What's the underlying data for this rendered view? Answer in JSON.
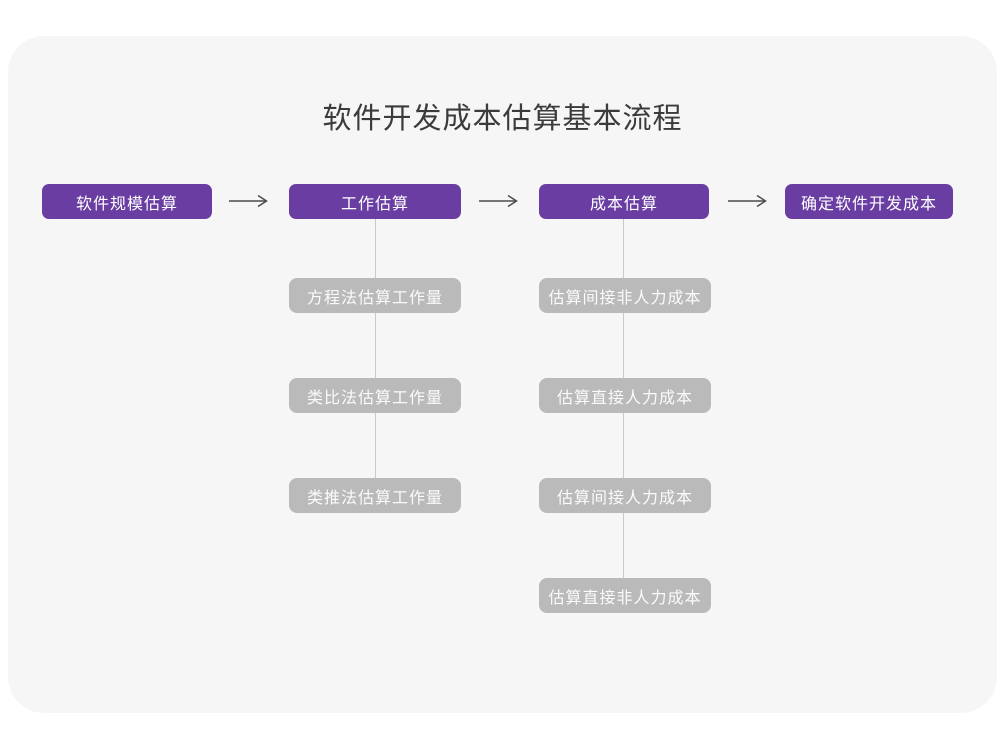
{
  "title": "软件开发成本估算基本流程",
  "colors": {
    "primary_purple": "#6A3DA2",
    "sub_node_gray": "#BABABA",
    "card_background": "#F6F6F7",
    "page_background": "#FFFFFF",
    "title_text": "#3B3B3B",
    "node_text": "#FFFFFF",
    "arrow": "#4C4C4C",
    "connector_line": "#C9C9C9"
  },
  "icons": {
    "flow_arrow": "⟶"
  },
  "flow": {
    "stages": [
      {
        "label": "软件规模估算"
      },
      {
        "label": "工作估算"
      },
      {
        "label": "成本估算"
      },
      {
        "label": "确定软件开发成本"
      }
    ]
  },
  "branches": [
    {
      "parent": "工作估算",
      "items": [
        "方程法估算工作量",
        "类比法估算工作量",
        "类推法估算工作量"
      ]
    },
    {
      "parent": "成本估算",
      "items": [
        "估算间接非人力成本",
        "估算直接人力成本",
        "估算间接人力成本",
        "估算直接非人力成本"
      ]
    }
  ]
}
